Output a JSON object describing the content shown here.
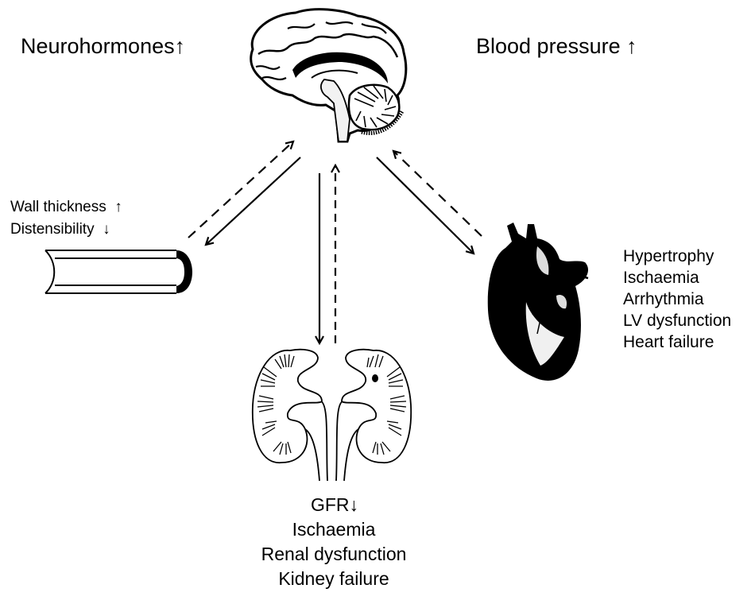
{
  "title_left": "Neurohormones",
  "title_left_arrow": "↑",
  "title_right": "Blood pressure",
  "title_right_arrow": "↑",
  "vessel": {
    "labels": [
      {
        "text": "Wall thickness",
        "arrow": "↑"
      },
      {
        "text": "Distensibility",
        "arrow": "↓"
      }
    ]
  },
  "heart": {
    "effects": [
      "Hypertrophy",
      "Ischaemia",
      "Arrhythmia",
      "LV dysfunction",
      "Heart failure"
    ]
  },
  "kidney": {
    "gfr": "GFR",
    "gfr_arrow": "↓",
    "effects": [
      "Ischaemia",
      "Renal dysfunction",
      "Kidney failure"
    ]
  },
  "organs": {
    "brain": "brain",
    "vessel": "blood-vessel",
    "kidneys": "kidneys",
    "heart": "heart"
  },
  "links": [
    {
      "from": "vessel",
      "to": "brain",
      "style": "dashed"
    },
    {
      "from": "brain",
      "to": "vessel",
      "style": "solid"
    },
    {
      "from": "brain",
      "to": "kidneys",
      "style": "solid"
    },
    {
      "from": "kidneys",
      "to": "brain",
      "style": "dashed"
    },
    {
      "from": "brain",
      "to": "heart",
      "style": "solid"
    },
    {
      "from": "heart",
      "to": "brain",
      "style": "dashed"
    }
  ]
}
